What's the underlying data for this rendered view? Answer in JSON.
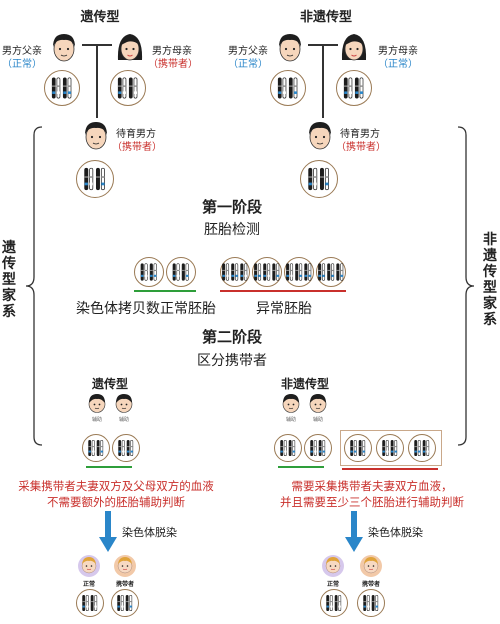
{
  "left": {
    "title": "遗传型",
    "father": {
      "label": "男方父亲",
      "status": "（正常）"
    },
    "mother": {
      "label": "男方母亲",
      "status": "（携带者）"
    },
    "son": {
      "label": "待育男方",
      "status": "（携带者）"
    },
    "side_label": [
      "遗",
      "传",
      "型",
      "家",
      "系"
    ]
  },
  "right": {
    "title": "非遗传型",
    "father": {
      "label": "男方父亲",
      "status": "（正常）"
    },
    "mother": {
      "label": "男方母亲",
      "status": "（正常）"
    },
    "son": {
      "label": "待育男方",
      "status": "（携带者）"
    },
    "side_label": [
      "非",
      "遗",
      "传",
      "型",
      "家",
      "系"
    ]
  },
  "stage1": {
    "title": "第一阶段",
    "subtitle": "胚胎检测",
    "normal_label": "染色体拷贝数正常胚胎",
    "abnormal_label": "异常胚胎"
  },
  "stage2": {
    "title": "第二阶段",
    "subtitle": "区分携带者",
    "left_title": "遗传型",
    "right_title": "非遗传型",
    "baby_tag": "辅助"
  },
  "notes": {
    "left_line1": "采集携带者夫妻双方及父母双方的血液",
    "left_line2": "不需要额外的胚胎辅助判断",
    "right_line1": "需要采集携带者夫妻双方血液，",
    "right_line2": "并且需要至少三个胚胎进行辅助判断"
  },
  "transfer_label": "染色体脱染",
  "babies": {
    "normal": "正常",
    "carrier": "携带者"
  },
  "colors": {
    "blue": "#2a86c9",
    "red": "#c9302c",
    "green": "#2e9e3a",
    "arrow": "#2a86c9",
    "ring": "#9a7a55"
  }
}
